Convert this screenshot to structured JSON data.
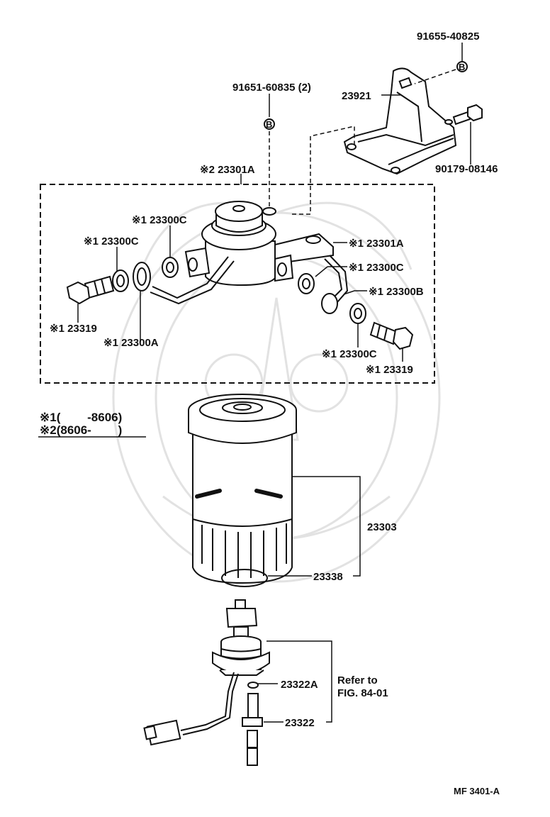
{
  "labels": {
    "bolt_top_right": "91655-40825",
    "bracket": "23921",
    "bolt_b_left": "91651-60835 (2)",
    "bolt_side": "90179-08146",
    "filter_head": "※2 23301A",
    "gasket_top": "※1 23300C",
    "gasket_left": "※1 23300C",
    "head_sub": "※1 23301A",
    "gasket_right_top": "※1 23300C",
    "pipe_b": "※1 23300B",
    "union_bolt_left": "※1 23319",
    "pipe_a": "※1 23300A",
    "gasket_right_bottom": "※1 23300C",
    "union_bolt_right": "※1 23319",
    "filter": "23303",
    "o_ring_filter": "23338",
    "sensor_o_ring": "23322A",
    "sensor": "23322",
    "refer_line1": "Refer to",
    "refer_line2": "FIG. 84-01",
    "circle_b": "B",
    "figure_code": "MF 3401-A"
  },
  "legend": {
    "row1": "※1(        -8606)",
    "row2": "※2(8606-        )"
  },
  "colors": {
    "ink": "#111111",
    "watermark": "#dcdcdc"
  }
}
